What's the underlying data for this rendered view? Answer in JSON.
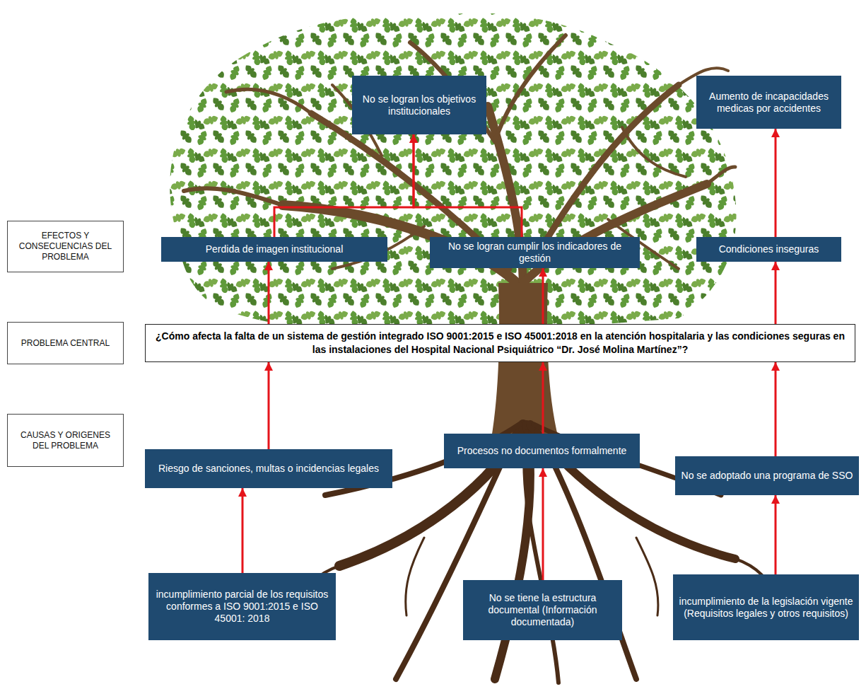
{
  "diagram": {
    "nodes": [
      {
        "text": [
          "No se logran los objetivos institucionales"
        ]
      },
      {
        "text": [
          "Aumento de incapacidades medicas por accidentes"
        ]
      },
      {
        "text": [
          "EFECTOS Y CONSECUENCIAS DEL PROBLEMA"
        ]
      },
      {
        "text": [
          "Perdida de imagen institucional"
        ]
      },
      {
        "text": [
          "No se logran cumplir los indicadores de gestión"
        ]
      },
      {
        "text": [
          "Condiciones inseguras"
        ]
      },
      {
        "text": [
          "PROBLEMA CENTRAL"
        ]
      },
      {
        "text": [
          "¿Cómo afecta la falta de un sistema de gestión integrado ISO 9001:2015 e ISO 45001:2018 en la atención hospitalaria y las condiciones seguras en las instalaciones del Hospital Nacional Psiquiátrico “Dr. José Molina Martínez”?"
        ]
      },
      {
        "text": [
          "CAUSAS Y ORIGENES DEL PROBLEMA"
        ]
      },
      {
        "text": [
          "Riesgo de sanciones, multas o incidencias legales"
        ]
      },
      {
        "text": [
          "Procesos no documentos formalmente"
        ]
      },
      {
        "text": [
          "No se adoptado una programa de SSO"
        ]
      },
      {
        "text": [
          "incumplimiento parcial de los requisitos conformes a ISO 9001:2015 e ISO 45001: 2018"
        ]
      },
      {
        "text": [
          "No se tiene la estructura documental (Información documentada)"
        ]
      },
      {
        "text": [
          "incumplimiento de la legislación vigente (Requisitos legales y otros requisitos)"
        ]
      }
    ],
    "edges": [
      {
        "from": 12,
        "to": 9,
        "arrow": "to"
      },
      {
        "from": 9,
        "to": 7,
        "arrow": "to"
      },
      {
        "from": 13,
        "to": 10,
        "arrow": "to"
      },
      {
        "from": 10,
        "to": 7,
        "arrow": "to"
      },
      {
        "from": 14,
        "to": 11,
        "arrow": "to"
      },
      {
        "from": 11,
        "to": 7,
        "arrow": "to"
      },
      {
        "from": 7,
        "to": 3,
        "arrow": "to"
      },
      {
        "from": 7,
        "to": 4,
        "arrow": "to"
      },
      {
        "from": 7,
        "to": 5,
        "arrow": "to"
      },
      {
        "from": 5,
        "to": 1,
        "arrow": "to"
      },
      {
        "from": 3,
        "to": 0,
        "arrow": "to"
      },
      {
        "from": 4,
        "to": 0,
        "arrow": "to"
      }
    ]
  }
}
